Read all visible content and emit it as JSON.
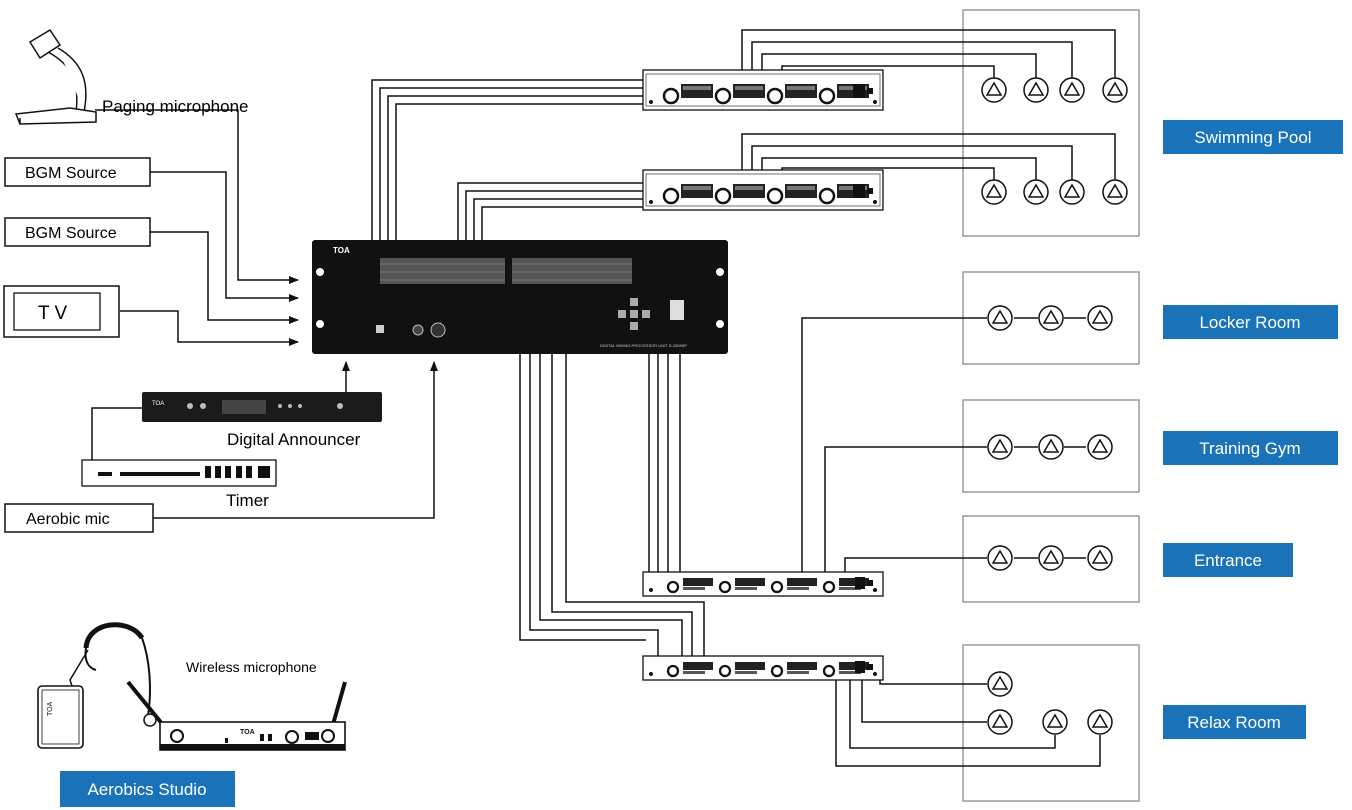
{
  "labels": {
    "paging_mic": "Paging microphone",
    "bgm_source_1": "BGM Source",
    "bgm_source_2": "BGM Source",
    "tv": "T V",
    "digital_announcer": "Digital Announcer",
    "timer": "Timer",
    "aerobic_mic": "Aerobic mic",
    "wireless_mic": "Wireless microphone",
    "processor_brand": "TOA",
    "processor_model": "DIGITAL MIXING PROCESSOR UNIT D-2008SP",
    "announcer_brand": "TOA",
    "receiver_brand": "TOA",
    "beltpack_brand": "TOA"
  },
  "zones": [
    {
      "id": "swimming-pool",
      "name": "Swimming Pool"
    },
    {
      "id": "locker-room",
      "name": "Locker Room"
    },
    {
      "id": "training-gym",
      "name": "Training Gym"
    },
    {
      "id": "entrance",
      "name": "Entrance"
    },
    {
      "id": "relax-room",
      "name": "Relax Room"
    },
    {
      "id": "aerobics-studio",
      "name": "Aerobics Studio"
    }
  ],
  "colors": {
    "zone_tag": "#1a73b8",
    "device_dark": "#222222",
    "line": "#111111",
    "room_border": "#9a9a9a"
  }
}
